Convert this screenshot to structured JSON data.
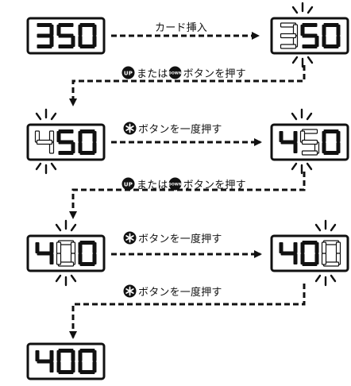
{
  "steps": [
    {
      "id": "s1",
      "digits": [
        "3",
        "5",
        "0"
      ],
      "dim": []
    },
    {
      "id": "s2",
      "digits": [
        "3",
        "5",
        "0"
      ],
      "dim": [
        0
      ]
    },
    {
      "id": "s3",
      "digits": [
        "4",
        "5",
        "0"
      ],
      "dim": [
        0
      ]
    },
    {
      "id": "s4",
      "digits": [
        "4",
        "5",
        "0"
      ],
      "dim": [
        1
      ]
    },
    {
      "id": "s5",
      "digits": [
        "4",
        "0",
        "0"
      ],
      "dim": [
        1
      ]
    },
    {
      "id": "s6",
      "digits": [
        "4",
        "0",
        "0"
      ],
      "dim": [
        2
      ]
    },
    {
      "id": "s7",
      "digits": [
        "4",
        "0",
        "0"
      ],
      "dim": []
    }
  ],
  "labels": {
    "insert_card": "カード挿入",
    "up_down_text": "または",
    "press_button": "ボタンを押す",
    "press_once": "ボタンを一度押す"
  },
  "icons": {
    "up": "UP",
    "down": "DOWN",
    "enter": "asterisk-icon"
  }
}
